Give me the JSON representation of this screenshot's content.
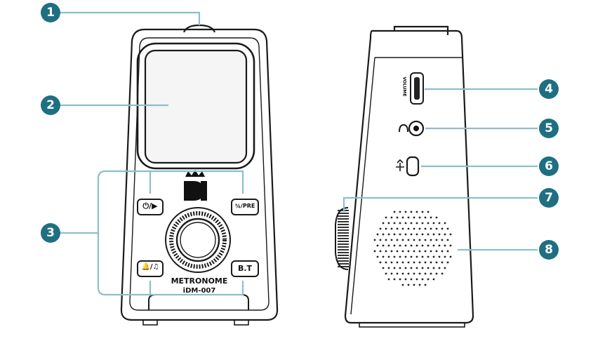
{
  "product": {
    "model_name": "METRONOME",
    "model_code": "iDM-007",
    "logo_text": "DI"
  },
  "front_buttons": {
    "power_play": "⏻/▶",
    "beat_pre": "¾/PRE",
    "tone_sound": "🔔/♫",
    "bt": "B.T"
  },
  "side_labels": {
    "volume": "VOLUME"
  },
  "callouts": [
    "1",
    "2",
    "3",
    "4",
    "5",
    "6",
    "7",
    "8"
  ],
  "colors": {
    "callout_fill": "#1f6f82",
    "leader_line": "#8bbfcc",
    "outline": "#1a1a1a",
    "screen": "#f5f5f5"
  }
}
